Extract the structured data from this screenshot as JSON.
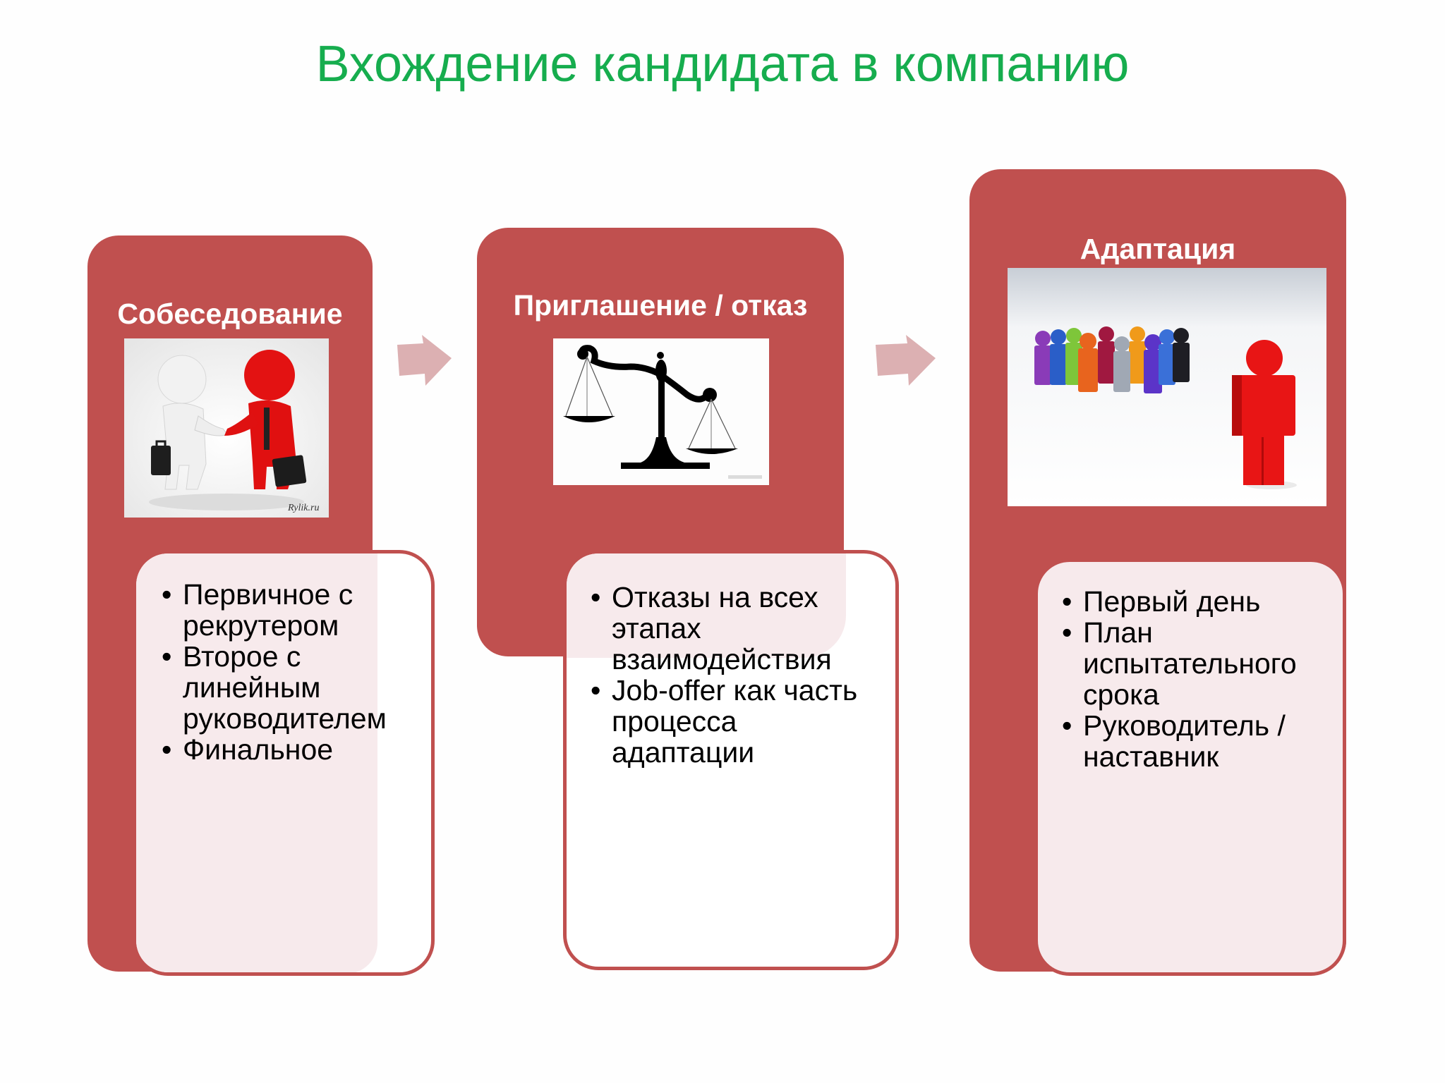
{
  "slide": {
    "title": "Вхождение кандидата в компанию",
    "colors": {
      "title": "#16ad4e",
      "stage_fill": "#c0504f",
      "box_tint": "#f7eaec",
      "arrow": "#dcb0b2"
    }
  },
  "stages": [
    {
      "title": "Собеседование",
      "image": "handshake-image",
      "image_caption": "Rylik.ru",
      "bullets": [
        "Первичное с рекрутером",
        "Второе с линейным руководителем",
        "Финальное"
      ]
    },
    {
      "title": "Приглашение / отказ",
      "image": "scales-image",
      "bullets": [
        "Отказы на всех этапах взаимодействия",
        "Job-offer как часть процесса адаптации"
      ]
    },
    {
      "title": "Адаптация",
      "image": "group-and-individual-image",
      "bullets": [
        "Первый день",
        "План испытательного срока",
        "Руководитель / наставник"
      ]
    }
  ],
  "connectors": [
    {
      "from": "Собеседование",
      "to": "Приглашение / отказ",
      "icon": "arrow-right-icon"
    },
    {
      "from": "Приглашение / отказ",
      "to": "Адаптация",
      "icon": "arrow-right-icon"
    }
  ]
}
